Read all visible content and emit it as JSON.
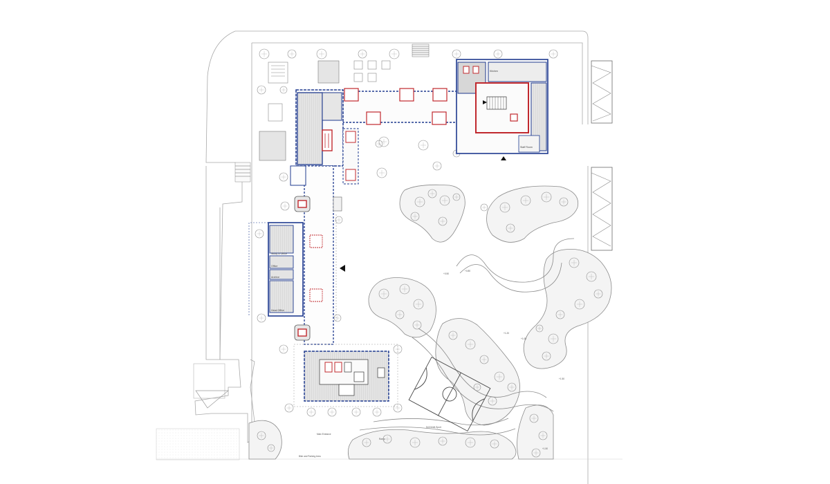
{
  "colors": {
    "background": "#ffffff",
    "site_line": "#9a9a9a",
    "wall_blue": "#1f3a8f",
    "wall_red": "#c0282d",
    "tree": "#8c8c8c",
    "room_fill": "#d2d2d2"
  },
  "labels": {
    "north_room_a": "Staff Room",
    "north_room_b": "Kitchen",
    "west_room_a": "Study & Office",
    "west_room_b": "Office",
    "west_room_c": "Archive",
    "west_room_d": "Head Office",
    "level_a": "+0.50",
    "level_b": "+0.80",
    "level_c": "+1.20",
    "level_d": "+1.00",
    "level_e": "+1.50",
    "court_label": "5×5 Multi-Sport",
    "path_label": "Ramp",
    "south_label": "Main Entrance",
    "bottom_label": "Bike and Parking Area"
  },
  "icons": {
    "entrance_north": "entrance-arrow-icon",
    "entrance_east": "entrance-arrow-icon",
    "entrance_main": "entrance-arrow-icon"
  }
}
